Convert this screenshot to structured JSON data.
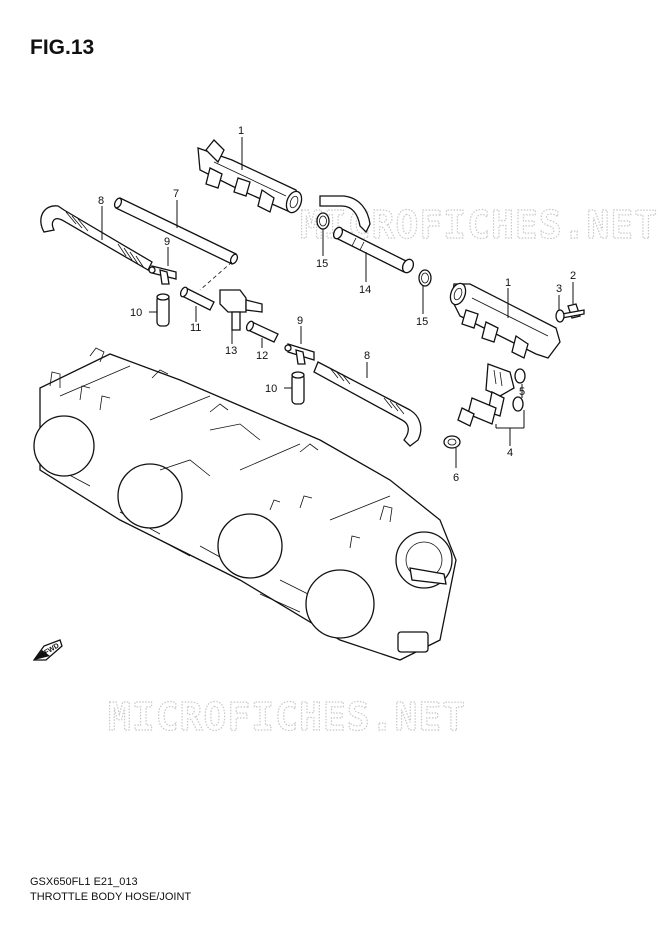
{
  "figure": {
    "title": "FIG.13",
    "code": "GSX650FL1 E21_013",
    "caption": "THROTTLE BODY HOSE/JOINT"
  },
  "watermark": "MICROFICHES.NET",
  "callouts": [
    "1",
    "1",
    "2",
    "3",
    "4",
    "5",
    "6",
    "7",
    "8",
    "8",
    "9",
    "9",
    "10",
    "10",
    "11",
    "12",
    "13",
    "14",
    "15",
    "15"
  ],
  "fwd_label": "FWD"
}
